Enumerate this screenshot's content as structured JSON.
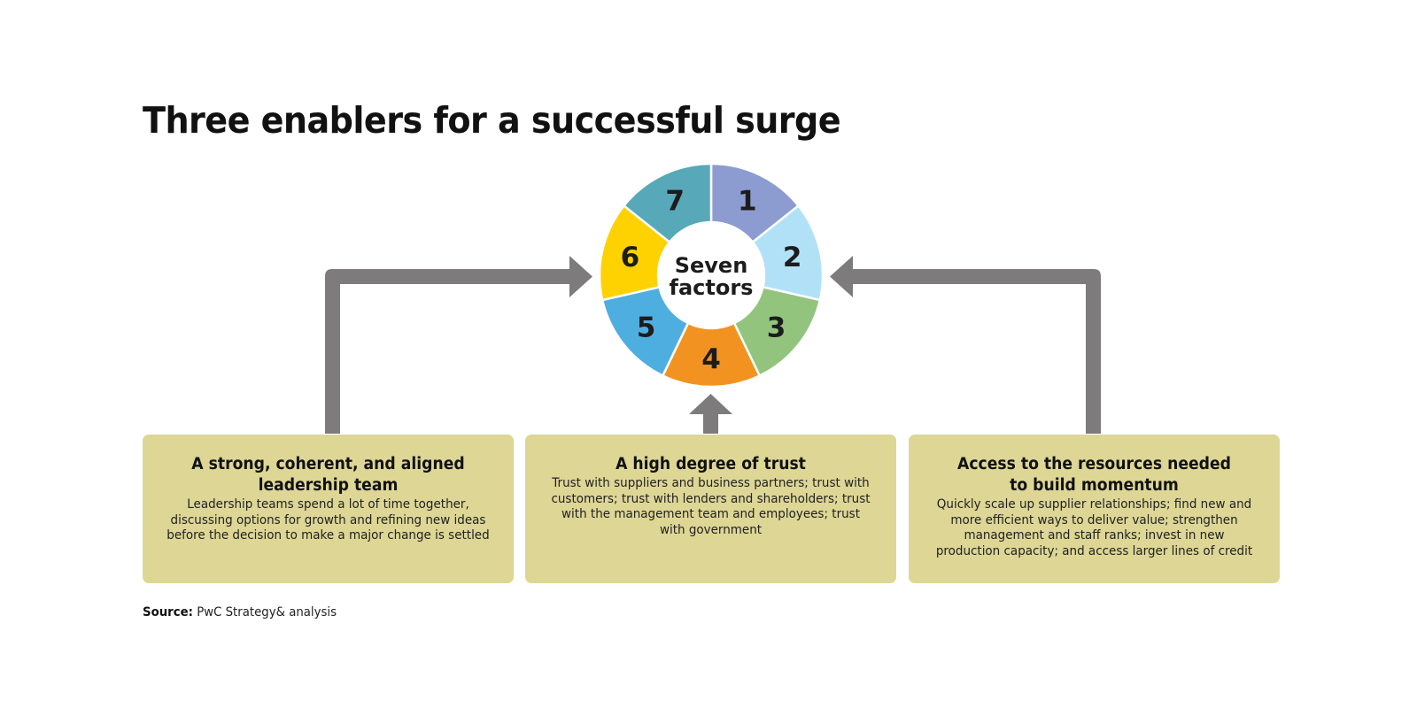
{
  "title": "Three enablers for a successful surge",
  "center": {
    "line1": "Seven",
    "line2": "factors"
  },
  "factors": [
    {
      "label": "1",
      "color": "#8C9BD0"
    },
    {
      "label": "2",
      "color": "#B1E1F7"
    },
    {
      "label": "3",
      "color": "#93C47D"
    },
    {
      "label": "4",
      "color": "#F29321"
    },
    {
      "label": "5",
      "color": "#4FAEE0"
    },
    {
      "label": "6",
      "color": "#FDD200"
    },
    {
      "label": "7",
      "color": "#57A9B9"
    }
  ],
  "colors": {
    "box": "#DDD695",
    "arrow": "#7D7B7C"
  },
  "enablers": [
    {
      "title": "A strong, coherent, and aligned leadership team",
      "body": "Leadership teams spend a lot of time together, discussing options for growth and refining new ideas before the decision to make a major change is settled"
    },
    {
      "title": "A high degree of trust",
      "body": "Trust with suppliers and business partners; trust with customers; trust with lenders and shareholders; trust with the management team and employees; trust with government"
    },
    {
      "title": "Access to the resources needed to build momentum",
      "body": "Quickly scale up supplier relationships; find new and more efficient ways to deliver value; strengthen management and staff ranks; invest in new production capacity; and access larger lines of credit"
    }
  ],
  "source": {
    "label": "Source:",
    "text": "PwC Strategy& analysis"
  }
}
